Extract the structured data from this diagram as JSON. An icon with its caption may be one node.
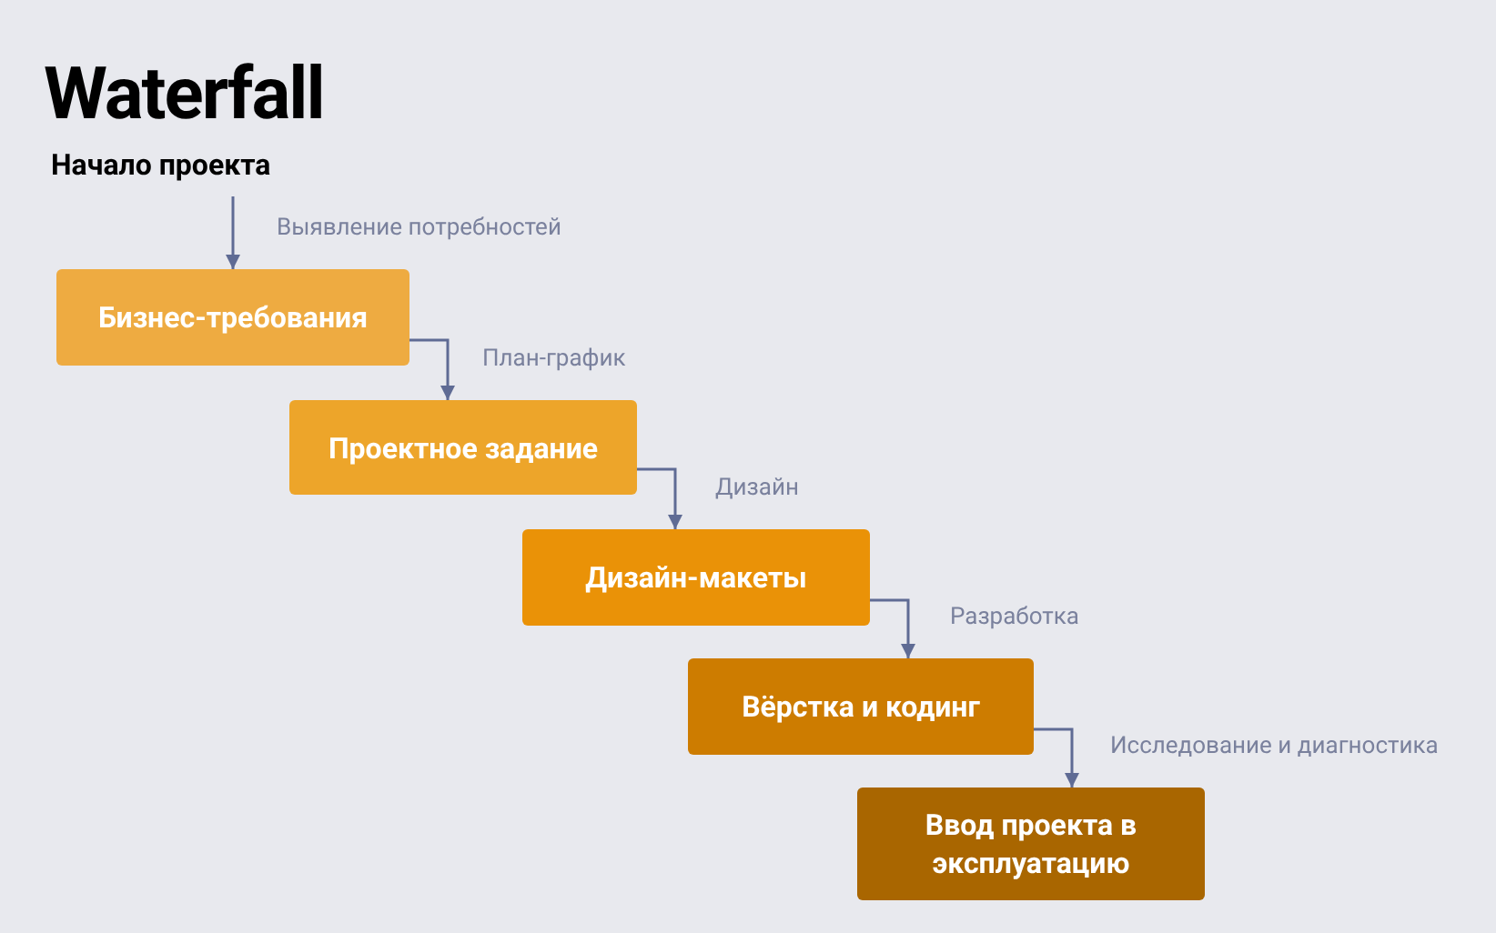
{
  "diagram": {
    "title": "Waterfall",
    "nodes": [
      {
        "text": [
          "Начало проекта"
        ]
      },
      {
        "text": [
          "Бизнес-требования"
        ]
      },
      {
        "text": [
          "Проектное задание"
        ]
      },
      {
        "text": [
          "Дизайн-макеты"
        ]
      },
      {
        "text": [
          "Вёрстка и кодинг"
        ]
      },
      {
        "text": [
          "Ввод проекта в эксплуатацию"
        ]
      }
    ],
    "edges": [
      {
        "from": 0,
        "to": 1,
        "arrow": "to",
        "label": "Выявление потребностей"
      },
      {
        "from": 1,
        "to": 2,
        "arrow": "to",
        "label": "План-график"
      },
      {
        "from": 2,
        "to": 3,
        "arrow": "to",
        "label": "Дизайн"
      },
      {
        "from": 3,
        "to": 4,
        "arrow": "to",
        "label": "Разработка"
      },
      {
        "from": 4,
        "to": 5,
        "arrow": "to",
        "label": "Исследование и диагностика"
      }
    ]
  }
}
